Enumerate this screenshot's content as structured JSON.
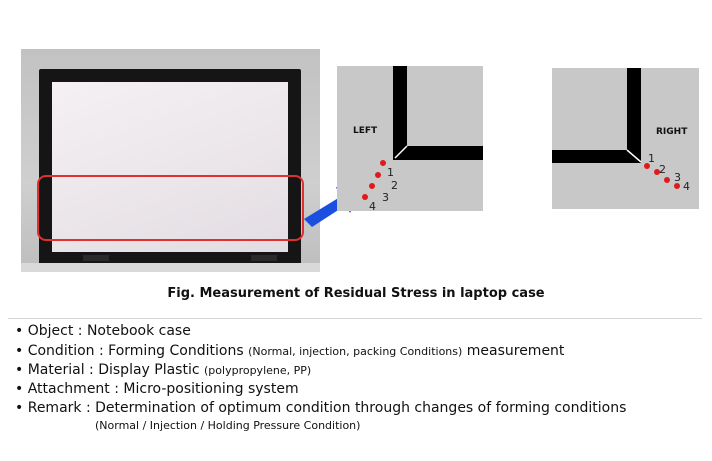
{
  "figure": {
    "caption": "Fig. Measurement of Residual Stress in laptop case",
    "left_label": "LEFT",
    "right_label": "RIGHT",
    "left_points": [
      "1",
      "2",
      "3",
      "4"
    ],
    "right_points": [
      "1",
      "2",
      "3",
      "4"
    ],
    "colors": {
      "highlight": "#e03030",
      "arrow": "#1a4fe0",
      "points": "#e01a1a",
      "panel": "#c8c8c8"
    }
  },
  "bullets": [
    {
      "marker": "•",
      "key": "Object : ",
      "text": "Notebook case",
      "note": ""
    },
    {
      "marker": "•",
      "key": "Condition : ",
      "text": "Forming Conditions ",
      "note": "(Normal, injection, packing Conditions)",
      "tail": " measurement"
    },
    {
      "marker": "•",
      "key": "Material : ",
      "text": "Display Plastic ",
      "note": "(polypropylene, PP)"
    },
    {
      "marker": "•",
      "key": "Attachment : ",
      "text": "Micro-positioning system",
      "note": ""
    },
    {
      "marker": "•",
      "key": "Remark : ",
      "text": "Determination of optimum condition through changes of forming conditions",
      "note": ""
    }
  ],
  "remark_detail": "(Normal / Injection / Holding Pressure Condition)"
}
